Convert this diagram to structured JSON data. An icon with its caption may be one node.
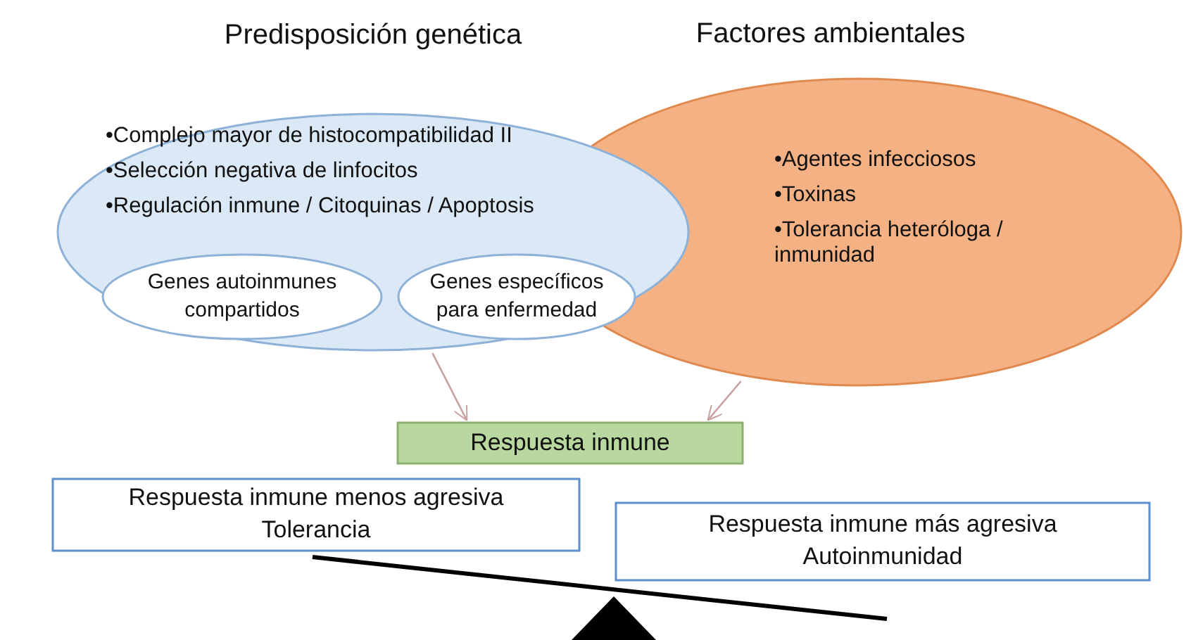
{
  "diagram": {
    "nodes": [
      {
        "text": [
          "Predisposición genética",
          "•Complejo mayor de histocompatibilidad II",
          "•Selección negativa de linfocitos",
          "•Regulación inmune / Citoquinas / Apoptosis"
        ]
      },
      {
        "text": [
          "Genes autoinmunes compartidos"
        ],
        "in": 0
      },
      {
        "text": [
          "Genes específicos para enfermedad"
        ],
        "in": 0
      },
      {
        "text": [
          "Factores ambientales",
          "•Agentes infecciosos",
          "•Toxinas",
          "•Tolerancia heteróloga / inmunidad"
        ]
      },
      {
        "text": [
          "Respuesta inmune"
        ]
      },
      {
        "text": [
          "Respuesta inmune menos agresiva",
          "Tolerancia"
        ]
      },
      {
        "text": [
          "Respuesta inmune más agresiva",
          "Autoinmunidad"
        ]
      }
    ],
    "edges": [
      {
        "from": 0,
        "to": 4,
        "arrow": "to"
      },
      {
        "from": 3,
        "to": 4,
        "arrow": "to"
      }
    ]
  }
}
